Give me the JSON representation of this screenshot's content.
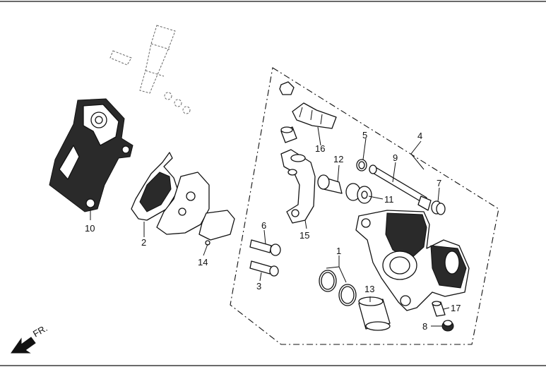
{
  "callouts": [
    {
      "id": "1",
      "label": "1"
    },
    {
      "id": "2",
      "label": "2"
    },
    {
      "id": "3",
      "label": "3"
    },
    {
      "id": "4",
      "label": "4"
    },
    {
      "id": "5",
      "label": "5"
    },
    {
      "id": "6",
      "label": "6"
    },
    {
      "id": "7",
      "label": "7"
    },
    {
      "id": "8",
      "label": "8"
    },
    {
      "id": "9",
      "label": "9"
    },
    {
      "id": "10",
      "label": "10"
    },
    {
      "id": "11",
      "label": "11"
    },
    {
      "id": "12",
      "label": "12"
    },
    {
      "id": "13",
      "label": "13"
    },
    {
      "id": "14",
      "label": "14"
    },
    {
      "id": "15",
      "label": "15"
    },
    {
      "id": "16",
      "label": "16"
    },
    {
      "id": "17",
      "label": "17"
    }
  ],
  "direction": {
    "label": "FR."
  },
  "colors": {
    "line": "#111111",
    "fill": "#ffffff",
    "shade": "#2a2a2a"
  }
}
